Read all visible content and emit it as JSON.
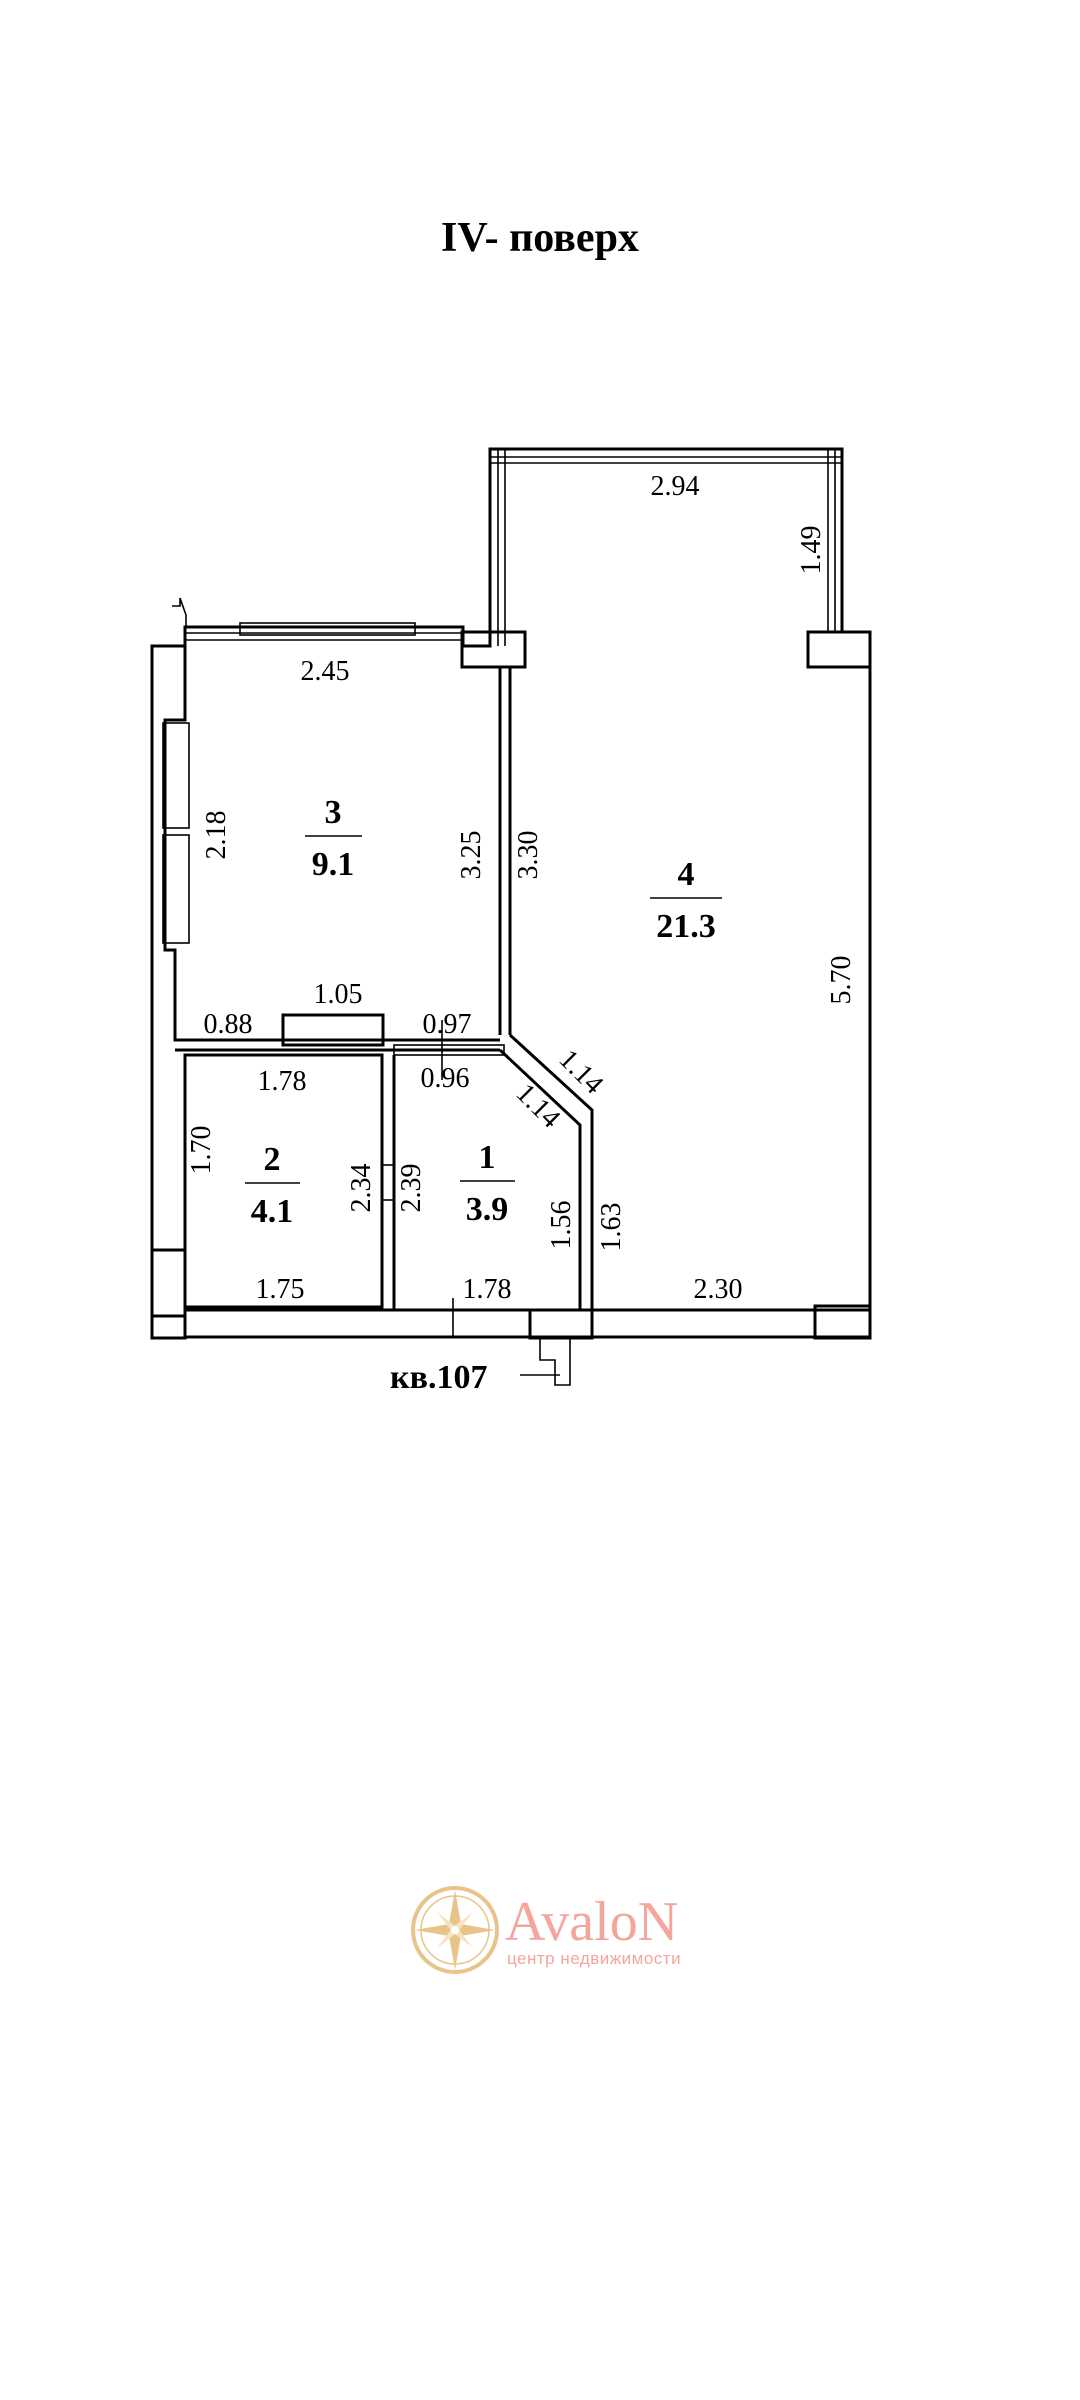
{
  "title": "IV- поверх",
  "apartment_label": "кв.107",
  "colors": {
    "line": "#000000",
    "logo": "#f4a59c",
    "logo_gold": "#e8c48a"
  },
  "rooms": [
    {
      "number": "1",
      "area": "3.9"
    },
    {
      "number": "2",
      "area": "4.1"
    },
    {
      "number": "3",
      "area": "9.1"
    },
    {
      "number": "4",
      "area": "21.3"
    }
  ],
  "dimensions": {
    "d_2_94": "2.94",
    "d_1_49": "1.49",
    "d_2_45": "2.45",
    "d_2_18": "2.18",
    "d_3_25": "3.25",
    "d_3_30": "3.30",
    "d_5_70": "5.70",
    "d_0_88": "0.88",
    "d_1_05": "1.05",
    "d_0_97": "0.97",
    "d_0_96": "0.96",
    "d_1_14_a": "1.14",
    "d_1_14_b": "1.14",
    "d_1_78_top": "1.78",
    "d_1_70": "1.70",
    "d_2_34": "2.34",
    "d_2_39": "2.39",
    "d_1_56": "1.56",
    "d_1_63": "1.63",
    "d_1_75": "1.75",
    "d_1_78_bottom": "1.78",
    "d_2_30": "2.30"
  },
  "logo": {
    "name": "AvaloN",
    "subtitle": "центр недвижимости",
    "icon": "compass-star-icon"
  }
}
